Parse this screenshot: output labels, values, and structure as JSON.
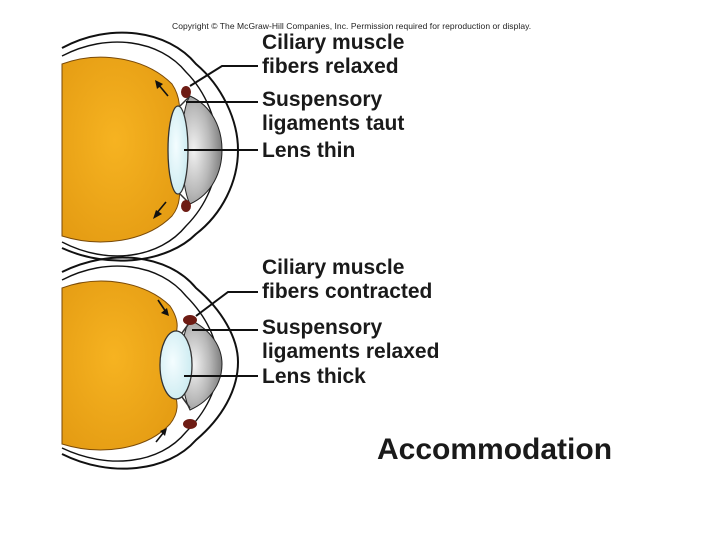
{
  "copyright": "Copyright © The McGraw-Hill Companies, Inc. Permission required for reproduction or display.",
  "title": "Accommodation",
  "top_panel": {
    "labels": [
      {
        "line1": "Ciliary muscle",
        "line2": "fibers relaxed"
      },
      {
        "line1": "Suspensory",
        "line2": "ligaments taut"
      },
      {
        "line1": "Lens thin",
        "line2": ""
      }
    ]
  },
  "bottom_panel": {
    "labels": [
      {
        "line1": "Ciliary muscle",
        "line2": "fibers contracted"
      },
      {
        "line1": "Suspensory",
        "line2": "ligaments relaxed"
      },
      {
        "line1": "Lens thick",
        "line2": ""
      }
    ]
  },
  "colors": {
    "eyeball": "#efa81c",
    "lens": "#d8f0f4",
    "ciliary_muscle": "#6e1c14",
    "iris": "#9a9a9a",
    "outline": "#111111"
  }
}
